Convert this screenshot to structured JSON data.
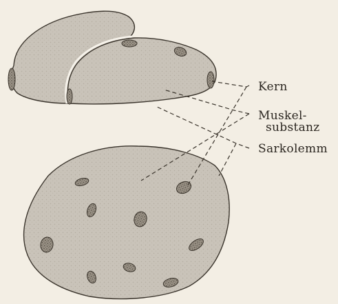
{
  "labels": {
    "kern": "Kern",
    "muskel_line1": "Muskel-",
    "muskel_line2": "substanz",
    "sarkolemm": "Sarkolemm"
  },
  "colors": {
    "background": "#f3eee4",
    "fiber_fill": "#c9c3b9",
    "outline": "#3a342c",
    "nucleus_fill": "#8e867a",
    "text": "#2b2620"
  }
}
